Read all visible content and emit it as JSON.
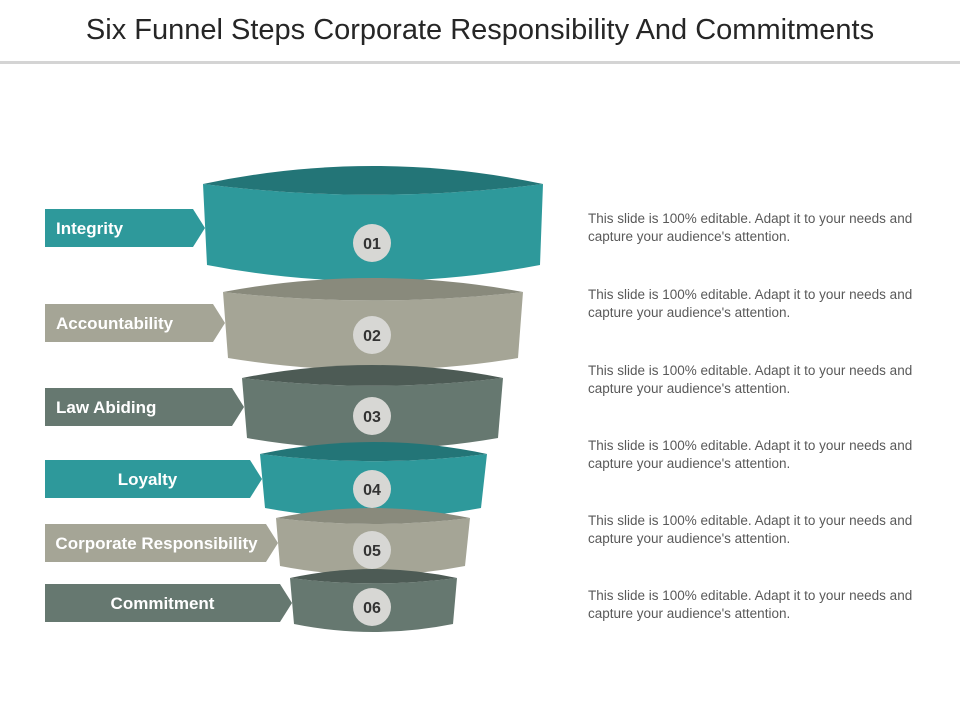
{
  "title": "Six Funnel Steps Corporate Responsibility And Commitments",
  "colors": {
    "teal": "#2e999b",
    "teal_dark": "#237577",
    "gray": "#a5a596",
    "gray_dark": "#898a7c",
    "slate": "#667870",
    "slate_dark": "#4d5b55",
    "badge": "#d7d7d4"
  },
  "steps": [
    {
      "number": "01",
      "label": "Integrity",
      "color": "teal",
      "description": "This slide is 100% editable. Adapt it to your needs and capture your audience's attention."
    },
    {
      "number": "02",
      "label": "Accountability",
      "color": "gray",
      "description": "This slide is 100% editable. Adapt it to your needs and capture your audience's attention."
    },
    {
      "number": "03",
      "label": "Law Abiding",
      "color": "slate",
      "description": "This slide is 100% editable. Adapt it to your needs and capture your audience's attention."
    },
    {
      "number": "04",
      "label": "Loyalty",
      "color": "teal",
      "description": "This slide is 100% editable. Adapt it to your needs and capture your audience's attention."
    },
    {
      "number": "05",
      "label": "Corporate Responsibility",
      "color": "gray",
      "description": "This slide is 100% editable. Adapt it to your needs and capture your audience's attention."
    },
    {
      "number": "06",
      "label": "Commitment",
      "color": "slate",
      "description": "This slide is 100% editable. Adapt it to your needs and capture your audience's attention."
    }
  ]
}
